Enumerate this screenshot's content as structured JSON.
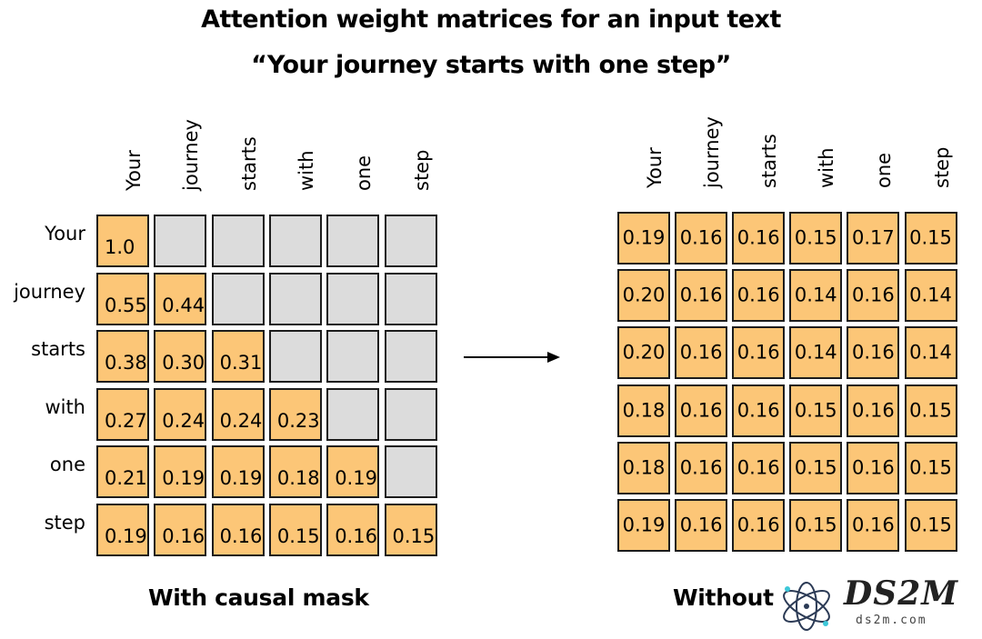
{
  "title_line1": "Attention weight matrices for an input text",
  "title_line2": "“Your journey starts with one step”",
  "tokens": [
    "Your",
    "journey",
    "starts",
    "with",
    "one",
    "step"
  ],
  "left_matrix": {
    "caption": "With causal mask",
    "rows": [
      [
        "1.0",
        null,
        null,
        null,
        null,
        null
      ],
      [
        "0.55",
        "0.44",
        null,
        null,
        null,
        null
      ],
      [
        "0.38",
        "0.30",
        "0.31",
        null,
        null,
        null
      ],
      [
        "0.27",
        "0.24",
        "0.24",
        "0.23",
        null,
        null
      ],
      [
        "0.21",
        "0.19",
        "0.19",
        "0.18",
        "0.19",
        null
      ],
      [
        "0.19",
        "0.16",
        "0.16",
        "0.15",
        "0.16",
        "0.15"
      ]
    ]
  },
  "right_matrix": {
    "caption": "Without",
    "rows": [
      [
        "0.19",
        "0.16",
        "0.16",
        "0.15",
        "0.17",
        "0.15"
      ],
      [
        "0.20",
        "0.16",
        "0.16",
        "0.14",
        "0.16",
        "0.14"
      ],
      [
        "0.20",
        "0.16",
        "0.16",
        "0.14",
        "0.16",
        "0.14"
      ],
      [
        "0.18",
        "0.16",
        "0.16",
        "0.15",
        "0.16",
        "0.15"
      ],
      [
        "0.18",
        "0.16",
        "0.16",
        "0.15",
        "0.16",
        "0.15"
      ],
      [
        "0.19",
        "0.16",
        "0.16",
        "0.15",
        "0.16",
        "0.15"
      ]
    ]
  },
  "watermark": {
    "name": "DS2M",
    "site": "ds2m.com"
  },
  "colors": {
    "active_cell": "#fcc677",
    "masked_cell": "#dcdcdc",
    "border": "#1c1c1c"
  }
}
